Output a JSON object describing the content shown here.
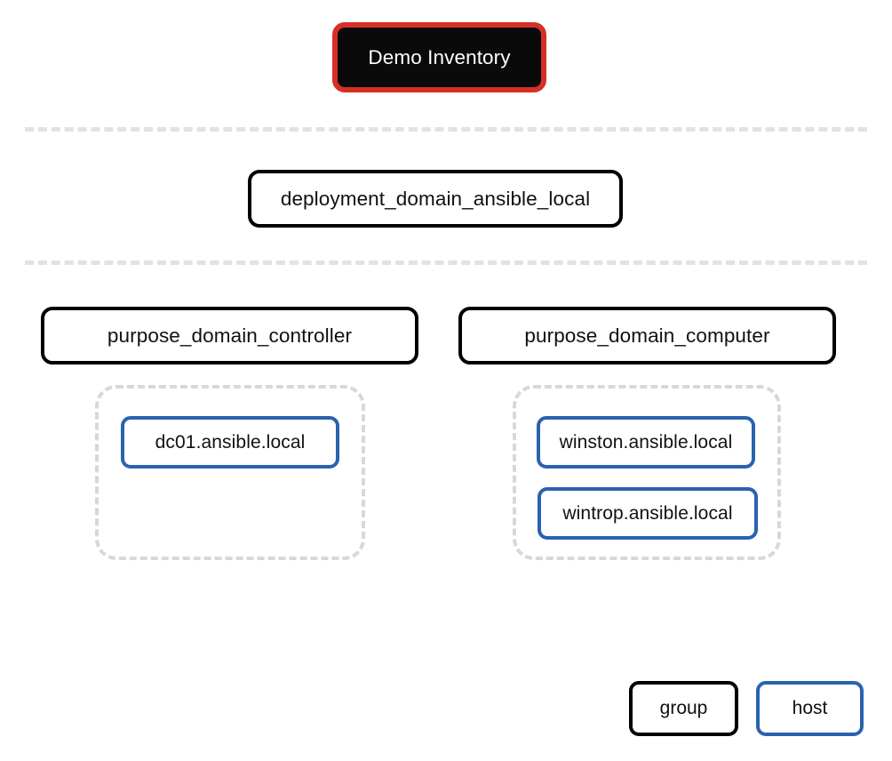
{
  "diagram": {
    "type": "ansible-inventory-tree",
    "title": "Demo Inventory",
    "levels": [
      {
        "level": 1,
        "groups": [
          {
            "label": "deployment_domain_ansible_local",
            "kind": "group"
          }
        ]
      },
      {
        "level": 2,
        "groups": [
          {
            "label": "purpose_domain_controller",
            "kind": "group",
            "hosts": [
              {
                "label": "dc01.ansible.local",
                "kind": "host"
              }
            ]
          },
          {
            "label": "purpose_domain_computer",
            "kind": "group",
            "hosts": [
              {
                "label": "winston.ansible.local",
                "kind": "host"
              },
              {
                "label": "wintrop.ansible.local",
                "kind": "host"
              }
            ]
          }
        ]
      }
    ]
  },
  "legend": {
    "items": [
      {
        "label": "group",
        "color": "#000000"
      },
      {
        "label": "host",
        "color": "#2a62ae"
      }
    ]
  },
  "colors": {
    "root_border": "#d62f26",
    "root_fill": "#0a0a0a",
    "root_text": "#ffffff",
    "group_border": "#000000",
    "host_border": "#2a62ae",
    "container_border": "#d8d8d8",
    "divider": "#e2e2e2",
    "background": "#ffffff",
    "text": "#111111"
  }
}
